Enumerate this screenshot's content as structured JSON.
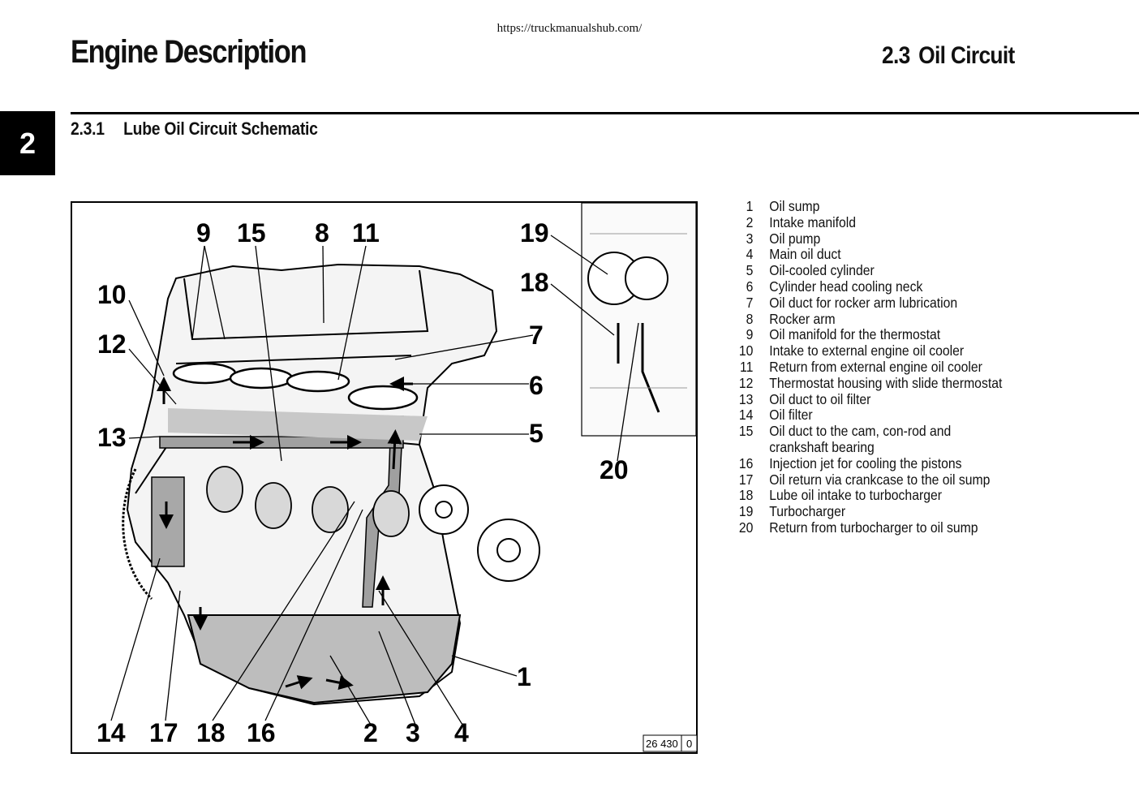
{
  "header": {
    "url": "https://truckmanualshub.com/",
    "title": "Engine Description",
    "section_number": "2.3",
    "section_title": "Oil Circuit"
  },
  "chapter_tab": "2",
  "subsection": {
    "number": "2.3.1",
    "title": "Lube Oil Circuit Schematic"
  },
  "figure": {
    "callouts": [
      "1",
      "2",
      "3",
      "4",
      "5",
      "6",
      "7",
      "8",
      "9",
      "10",
      "11",
      "12",
      "13",
      "14",
      "15",
      "16",
      "17",
      "18",
      "19",
      "20"
    ],
    "figure_id": "26 430",
    "figure_rev": "0"
  },
  "legend": [
    {
      "num": "1",
      "text": "Oil sump"
    },
    {
      "num": "2",
      "text": "Intake manifold"
    },
    {
      "num": "3",
      "text": "Oil pump"
    },
    {
      "num": "4",
      "text": "Main oil duct"
    },
    {
      "num": "5",
      "text": "Oil-cooled cylinder"
    },
    {
      "num": "6",
      "text": "Cylinder head cooling neck"
    },
    {
      "num": "7",
      "text": "Oil duct for rocker arm lubrication"
    },
    {
      "num": "8",
      "text": "Rocker arm"
    },
    {
      "num": "9",
      "text": "Oil manifold for the thermostat"
    },
    {
      "num": "10",
      "text": "Intake to external engine oil cooler"
    },
    {
      "num": "11",
      "text": "Return from external engine oil cooler"
    },
    {
      "num": "12",
      "text": "Thermostat housing with slide thermostat"
    },
    {
      "num": "13",
      "text": "Oil duct to oil filter"
    },
    {
      "num": "14",
      "text": "Oil filter"
    },
    {
      "num": "15",
      "text": "Oil duct to the cam, con-rod and",
      "cont": "crankshaft bearing"
    },
    {
      "num": "16",
      "text": "Injection jet for cooling the pistons"
    },
    {
      "num": "17",
      "text": "Oil return via crankcase to the oil sump"
    },
    {
      "num": "18",
      "text": "Lube oil intake to turbocharger"
    },
    {
      "num": "19",
      "text": "Turbocharger"
    },
    {
      "num": "20",
      "text": "Return from turbocharger to oil sump"
    }
  ]
}
